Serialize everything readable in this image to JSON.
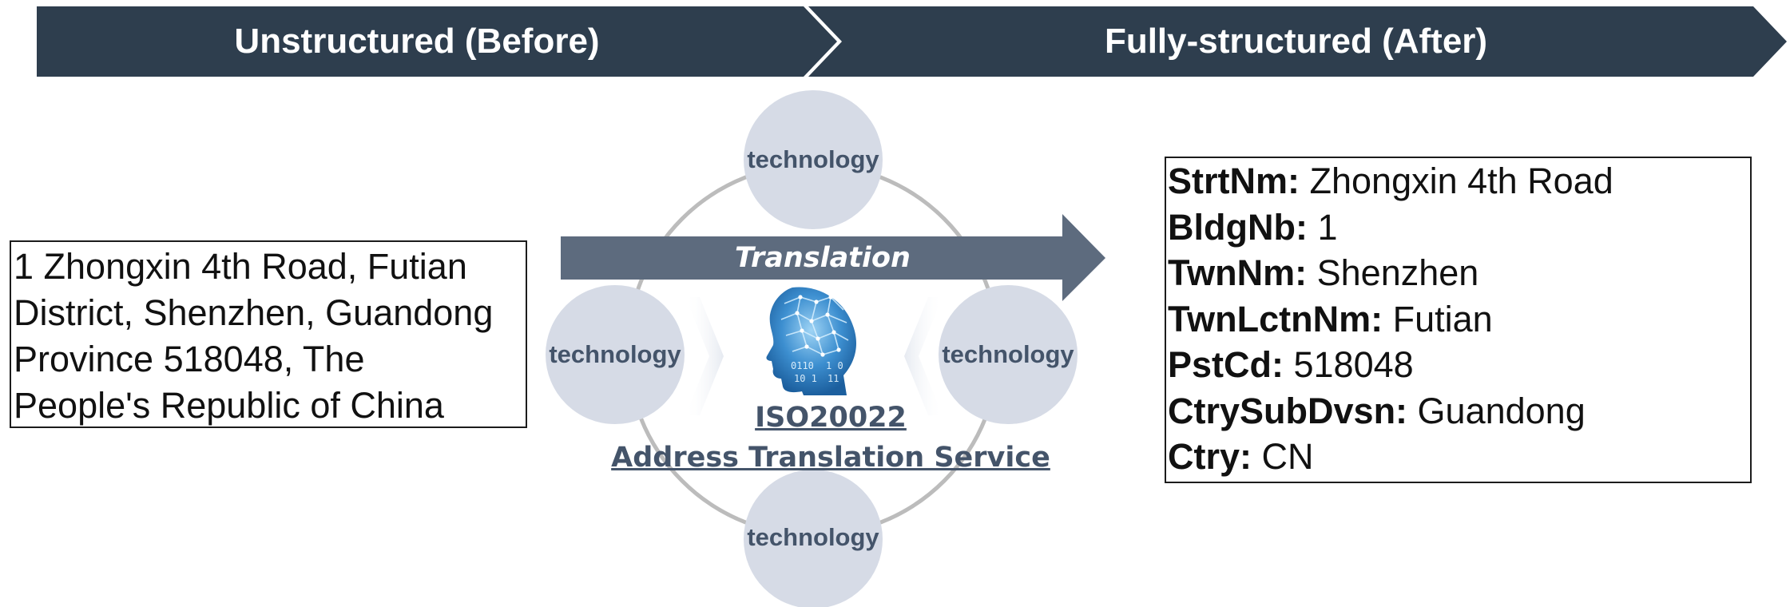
{
  "header": {
    "before_label": "Unstructured (Before)",
    "after_label": "Fully-structured (After)",
    "bar_color": "#2e3e4e"
  },
  "unstructured_address": {
    "lines": [
      "1 Zhongxin 4th Road, Futian",
      "District, Shenzhen, Guandong",
      "Province 518048, The",
      "People's Republic of China"
    ]
  },
  "translation": {
    "label": "Translation",
    "arrow_color": "#5d6b7e"
  },
  "technology_nodes": [
    {
      "label": "technology"
    },
    {
      "label": "technology"
    },
    {
      "label": "technology"
    },
    {
      "label": "technology"
    }
  ],
  "service": {
    "name": "ISO20022",
    "description": "Address Translation Service",
    "icon": "ai-brain-head-icon"
  },
  "structured_address": {
    "fields": [
      {
        "key": "StrtNm:",
        "value": " Zhongxin 4th Road"
      },
      {
        "key": "BldgNb:",
        "value": " 1"
      },
      {
        "key": "TwnNm:",
        "value": " Shenzhen"
      },
      {
        "key": "TwnLctnNm:",
        "value": " Futian"
      },
      {
        "key": "PstCd:",
        "value": " 518048"
      },
      {
        "key": "CtrySubDvsn:",
        "value": " Guandong"
      },
      {
        "key": "Ctry:",
        "value": " CN"
      }
    ]
  },
  "colors": {
    "node_fill": "#d6dbe6",
    "ring_stroke": "#bcbcbc",
    "label_text": "#44546a"
  }
}
